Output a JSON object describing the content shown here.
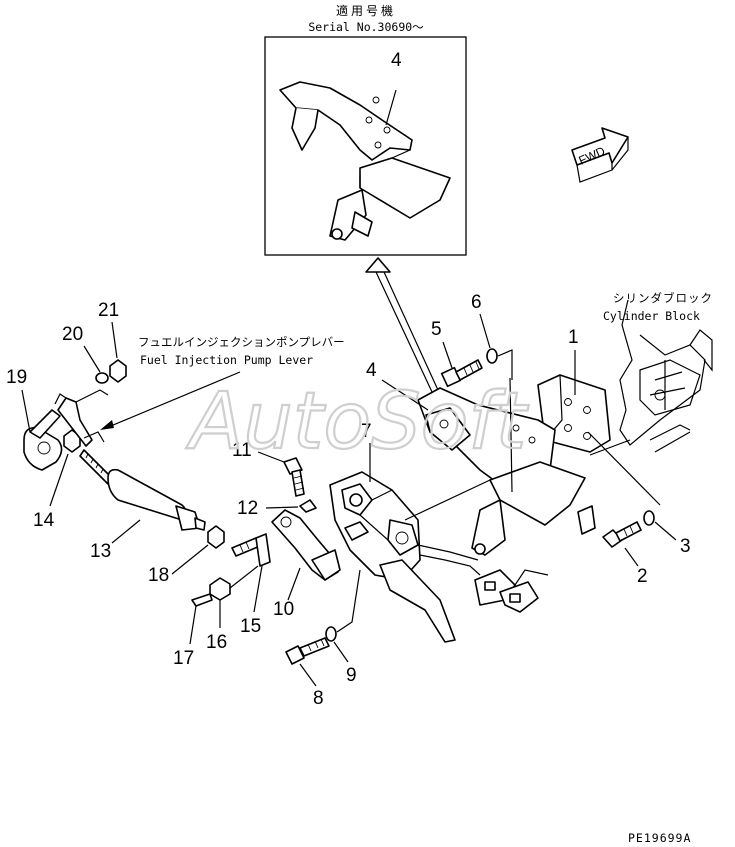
{
  "inset": {
    "title_jp": "適用号機",
    "serial": "Serial No.30690〜"
  },
  "annotations": {
    "cylinder_block_jp": "シリンダブロック",
    "cylinder_block_en": "Cylinder Block",
    "fuel_lever_jp": "フュエルインジェクションポンプレバー",
    "fuel_lever_en": "Fuel Injection Pump Lever",
    "fwd": "FWD"
  },
  "watermark": "AutoSoft",
  "footer_code": "PE19699A",
  "callouts": {
    "c1": "1",
    "c2": "2",
    "c3": "3",
    "c4a": "4",
    "c4b": "4",
    "c5": "5",
    "c6": "6",
    "c7": "7",
    "c8": "8",
    "c9": "9",
    "c10": "10",
    "c11": "11",
    "c12": "12",
    "c13": "13",
    "c14": "14",
    "c15": "15",
    "c16": "16",
    "c17": "17",
    "c18": "18",
    "c19": "19",
    "c20": "20",
    "c21": "21"
  }
}
